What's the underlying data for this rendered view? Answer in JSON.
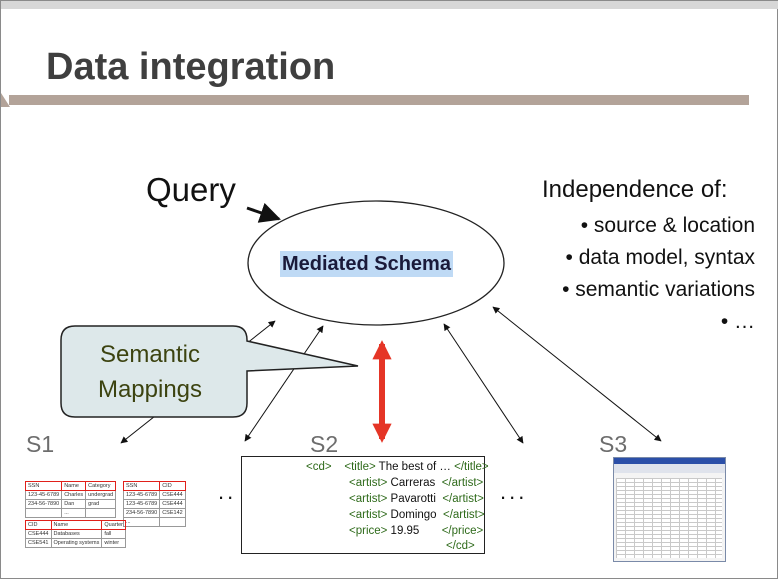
{
  "slide": {
    "title": "Data integration",
    "query_label": "Query",
    "mediated_schema": "Mediated Schema",
    "independence": {
      "heading": "Independence of:",
      "items": [
        "• source & location",
        "• data model, syntax",
        "• semantic variations",
        "• …"
      ]
    },
    "semantic_mappings": [
      "Semantic",
      "Mappings"
    ],
    "sources": [
      "S1",
      "S2",
      "S3"
    ],
    "ellipsis_left": "..",
    "ellipsis_right": "...",
    "s1_tables": {
      "students": {
        "headers": [
          "SSN",
          "Name",
          "Category"
        ],
        "rows": [
          [
            "123-45-6789",
            "Charles",
            "undergrad"
          ],
          [
            "234-56-7890",
            "Dan",
            "grad"
          ],
          [
            "",
            "...",
            ""
          ]
        ]
      },
      "enrollment": {
        "headers": [
          "SSN",
          "CID"
        ],
        "rows": [
          [
            "123-45-6789",
            "CSE444"
          ],
          [
            "123-45-6789",
            "CSE444"
          ],
          [
            "234-56-7890",
            "CSE142"
          ],
          [
            "...",
            ""
          ]
        ]
      },
      "courses": {
        "headers": [
          "CID",
          "Name",
          "Quarter"
        ],
        "rows": [
          [
            "CSE444",
            "Databases",
            "fall"
          ],
          [
            "CSE541",
            "Operating systems",
            "winter"
          ]
        ]
      }
    },
    "s2_xml": {
      "l1_open": "<cd>",
      "l1_tag_open": "<title>",
      "l1_text": " The best of … ",
      "l1_tag_close": "</title>",
      "l2_tag_open": "<artist>",
      "l2_text": " Carreras ",
      "l2_tag_close": "</artist>",
      "l3_tag_open": "<artist>",
      "l3_text": " Pavarotti ",
      "l3_tag_close": "</artist>",
      "l4_tag_open": "<artist>",
      "l4_text": " Domingo ",
      "l4_tag_close": "</artist>",
      "l5_tag_open": "<price>",
      "l5_text": " 19.95 ",
      "l5_tag_close": "</price>",
      "l6_close": "</cd>"
    }
  },
  "colors": {
    "title_bar": "#b3a399",
    "red_arrow": "#e53526",
    "callout_fill": "#dde8ea",
    "schema_highlight": "#bfdaf5"
  }
}
